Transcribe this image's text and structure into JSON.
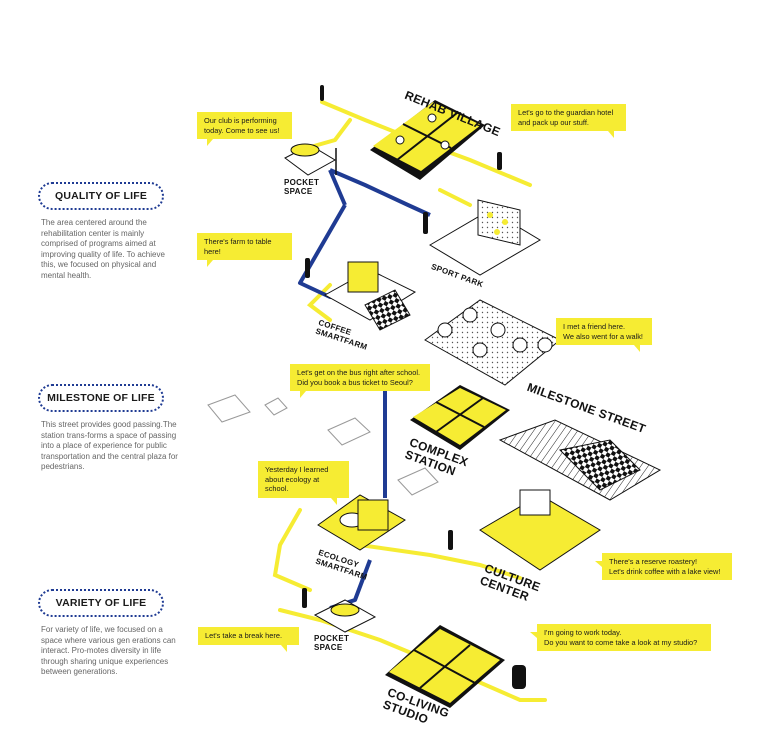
{
  "sections": [
    {
      "title": "QUALITY OF LIFE",
      "description": "The area centered around the rehabilitation center is mainly comprised of programs aimed at improving quality of life. To achieve this, we focused on physical and mental health."
    },
    {
      "title": "MILESTONE OF LIFE",
      "description": "This street provides good passing.The station trans-forms a space of passing into a place of experience for public transportation and the central plaza for pedestrians."
    },
    {
      "title": "VARIETY OF LIFE",
      "description": "For variety of life, we focused on a space where various gen erations can interact. Pro-motes diversity in life through sharing unique experiences between generations."
    }
  ],
  "places": {
    "rehab_village": "REHAB VILLAGE",
    "pocket_space_top": "POCKET\nSPACE",
    "sport_park": "SPORT PARK",
    "coffee_smartfarm": "COFFEE\nSMARTFARM",
    "milestone_street": "MILESTONE STREET",
    "complex_station": "COMPLEX\nSTATION",
    "ecology_smartfarm": "ECOLOGY\nSMARTFARM",
    "culture_center": "CULTURE\nCENTER",
    "pocket_space_bottom": "POCKET\nSPACE",
    "co_living_studio": "CO-LIVING\nSTUDIO"
  },
  "bubbles": {
    "club": "Our club is performing\ntoday. Come to see us!",
    "guardian": "Let's go to the guardian hotel\nand pack up our stuff.",
    "farm": "There's farm to table here!",
    "friend": "I met a friend here.\nWe also went for a walk!",
    "bus": "Let's get on the bus right after school.\nDid you book a bus ticket to Seoul?",
    "ecology": "Yesterday I learned\nabout ecology at school.",
    "roastery": "There's a reserve roastery!\nLet's drink coffee with a lake view!",
    "break": "Let's take a break here.",
    "studio": "I'm going to work today.\nDo you want to come take a look at my studio?"
  },
  "colors": {
    "accent_yellow": "#f6ec33",
    "route_blue": "#1f3b93",
    "ink": "#111111"
  }
}
